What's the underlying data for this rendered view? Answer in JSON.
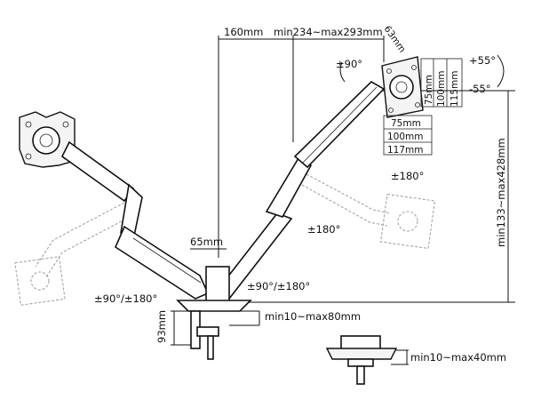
{
  "labels": {
    "offset": "160mm",
    "reach": "min234~max293mm",
    "tilt_offset": "63mm",
    "swivel_top": "±90°",
    "tilt_up": "+55°",
    "tilt_down": "-55°",
    "vesa_a": "75mm",
    "vesa_b": "100mm",
    "vesa_c": "115mm",
    "vesa_d": "75mm",
    "vesa_e": "100mm",
    "vesa_f": "117mm",
    "rot_right": "±180°",
    "rot_middle": "±180°",
    "height_range": "min133~max428mm",
    "pole_gap": "65mm",
    "base_left": "±90°/±180°",
    "base_right": "±90°/±180°",
    "clamp_height": "93mm",
    "clamp_range": "min10~max80mm",
    "grommet_range": "min10~max40mm"
  }
}
